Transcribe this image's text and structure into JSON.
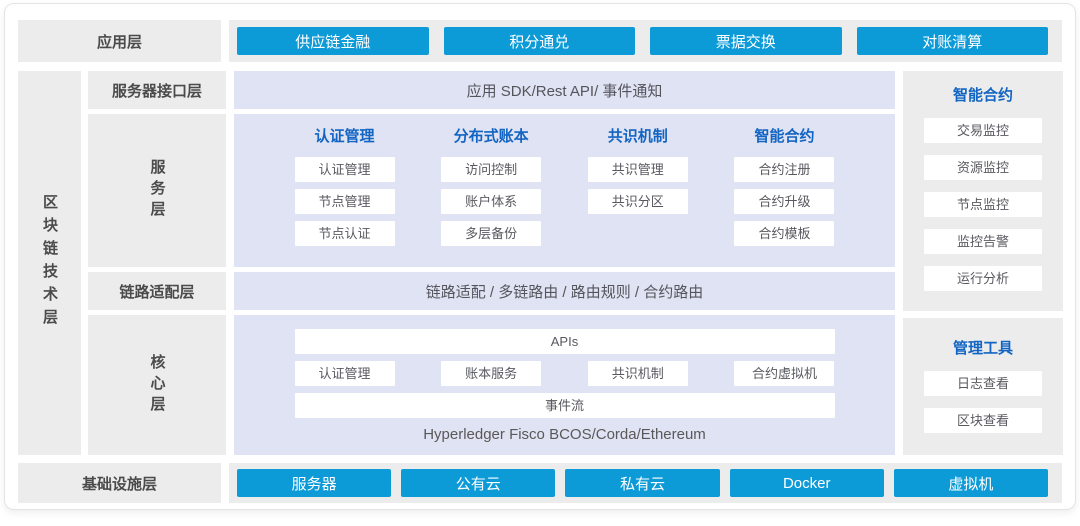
{
  "app_layer": {
    "label": "应用层",
    "buttons": [
      "供应链金融",
      "积分通兑",
      "票据交换",
      "对账清算"
    ]
  },
  "tech_layer_label": "区块链技术层",
  "service_interface": {
    "label": "服务器接口层",
    "band": "应用 SDK/Rest API/ 事件通知"
  },
  "service_layer": {
    "label": "服务层",
    "columns": [
      {
        "header": "认证管理",
        "items": [
          "认证管理",
          "节点管理",
          "节点认证"
        ]
      },
      {
        "header": "分布式账本",
        "items": [
          "访问控制",
          "账户体系",
          "多层备份"
        ]
      },
      {
        "header": "共识机制",
        "items": [
          "共识管理",
          "共识分区"
        ]
      },
      {
        "header": "智能合约",
        "items": [
          "合约注册",
          "合约升级",
          "合约模板"
        ]
      }
    ]
  },
  "link_layer": {
    "label": "链路适配层",
    "band": "链路适配 / 多链路由 / 路由规则 / 合约路由"
  },
  "core_layer": {
    "label": "核心层",
    "api_box": "APIs",
    "services": [
      "认证管理",
      "账本服务",
      "共识机制",
      "合约虚拟机"
    ],
    "event_stream": "事件流",
    "platforms": "Hyperledger Fisco BCOS/Corda/Ethereum"
  },
  "monitor_panel": {
    "header": "智能合约",
    "items": [
      "交易监控",
      "资源监控",
      "节点监控",
      "监控告警",
      "运行分析"
    ]
  },
  "tools_panel": {
    "header": "管理工具",
    "items": [
      "日志查看",
      "区块查看"
    ]
  },
  "infra_layer": {
    "label": "基础设施层",
    "buttons": [
      "服务器",
      "公有云",
      "私有云",
      "Docker",
      "虚拟机"
    ]
  },
  "colors": {
    "accent_blue": "#0d9bd8",
    "header_blue": "#1365c3",
    "band_purple": "#e0e3f3",
    "box_gray": "#ececec"
  }
}
